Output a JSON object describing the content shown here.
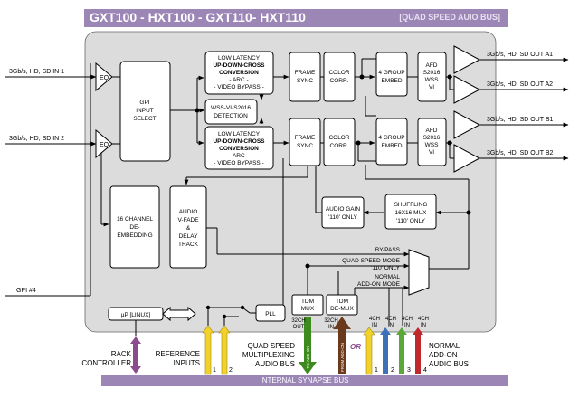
{
  "header": {
    "title": "GXT100 - HXT100 - GXT110- HXT110",
    "subtitle": "[QUAD SPEED AUIO BUS]"
  },
  "inputs": {
    "sdi_in_1": "3Gb/s, HD, SD IN 1",
    "sdi_in_2": "3Gb/s, HD, SD IN 2",
    "gpi": "GPI #4"
  },
  "outputs": {
    "a1": "3Gb/s, HD, SD OUT A1",
    "a2": "3Gb/s, HD, SD OUT A2",
    "b1": "3Gb/s, HD, SD OUT B1",
    "b2": "3Gb/s, HD, SD OUT B2"
  },
  "blocks": {
    "eq": "EQ",
    "gpi_input_select": [
      "GPI",
      "INPUT",
      "SELECT"
    ],
    "udc_top": [
      "LOW LATENCY",
      "UP-DOWN-CROSS",
      "CONVERSION",
      "- ARC -",
      "- VIDEO BYPASS -"
    ],
    "wss_detection": [
      "WSS-VI-S2016",
      "DETECTION"
    ],
    "udc_bottom": [
      "LOW LATENCY",
      "UP-DOWN-CROSS",
      "CONVERSION",
      "- ARC -",
      "- VIDEO BYPASS -"
    ],
    "frame_sync": [
      "FRAME",
      "SYNC"
    ],
    "color_corr": [
      "COLOR",
      "CORR."
    ],
    "group_embed": [
      "4 GROUP",
      "EMBED"
    ],
    "afd": [
      "AFD",
      "S2016",
      "WSS",
      "VI"
    ],
    "de_embedding": [
      "16 CHANNEL",
      "DE-",
      "EMBEDDING"
    ],
    "audio_vfade": [
      "AUDIO",
      "V-FADE",
      "&",
      "DELAY",
      "TRACK"
    ],
    "audio_gain": [
      "AUDIO GAIN",
      "'110' ONLY"
    ],
    "shuffling": [
      "SHUFFLING",
      "16X16 MUX",
      "'110' ONLY"
    ],
    "tdm_mux": [
      "TDM",
      "MUX"
    ],
    "tdm_demux": [
      "TDM",
      "DE-MUX"
    ],
    "pll": "PLL",
    "up_linux": "µP [LINUX]"
  },
  "mux_labels": {
    "bypass": "BY-PASS",
    "quad_speed": [
      "QUAD SPEED MODE",
      "'110' ONLY"
    ],
    "normal": [
      "NORMAL",
      "ADD-ON MODE"
    ]
  },
  "bottom": {
    "rack_controller": [
      "RACK",
      "CONTROLLER"
    ],
    "reference_inputs": [
      "REFERENCE",
      "INPUTS"
    ],
    "ref_nums": [
      "1",
      "2"
    ],
    "quad_speed_bus": [
      "QUAD SPEED",
      "MULTIPLEXING",
      "AUDIO BUS"
    ],
    "ch32_out": [
      "32CH",
      "OUT"
    ],
    "ch32_in": [
      "32CH",
      "IN"
    ],
    "to_addon": "TO ADD-ON",
    "from_addon": "FROM ADD-ON",
    "or": "OR",
    "ch4_in": [
      "4CH",
      "IN"
    ],
    "addon_nums": [
      "1",
      "2",
      "3",
      "4"
    ],
    "normal_addon_bus": [
      "NORMAL",
      "ADD-ON",
      "AUDIO BUS"
    ],
    "internal_bus": "INTERNAL SYNAPSE BUS"
  },
  "colors": {
    "header": "#9b86b6",
    "panel": "#dcdcdc",
    "green_bus": "#3d8a1e",
    "brown_bus": "#6b3a1c",
    "yellow": "#f2d12a",
    "blue": "#3c70b8",
    "green": "#5aa83a",
    "red": "#c0282e",
    "purple": "#8a4c8c"
  }
}
